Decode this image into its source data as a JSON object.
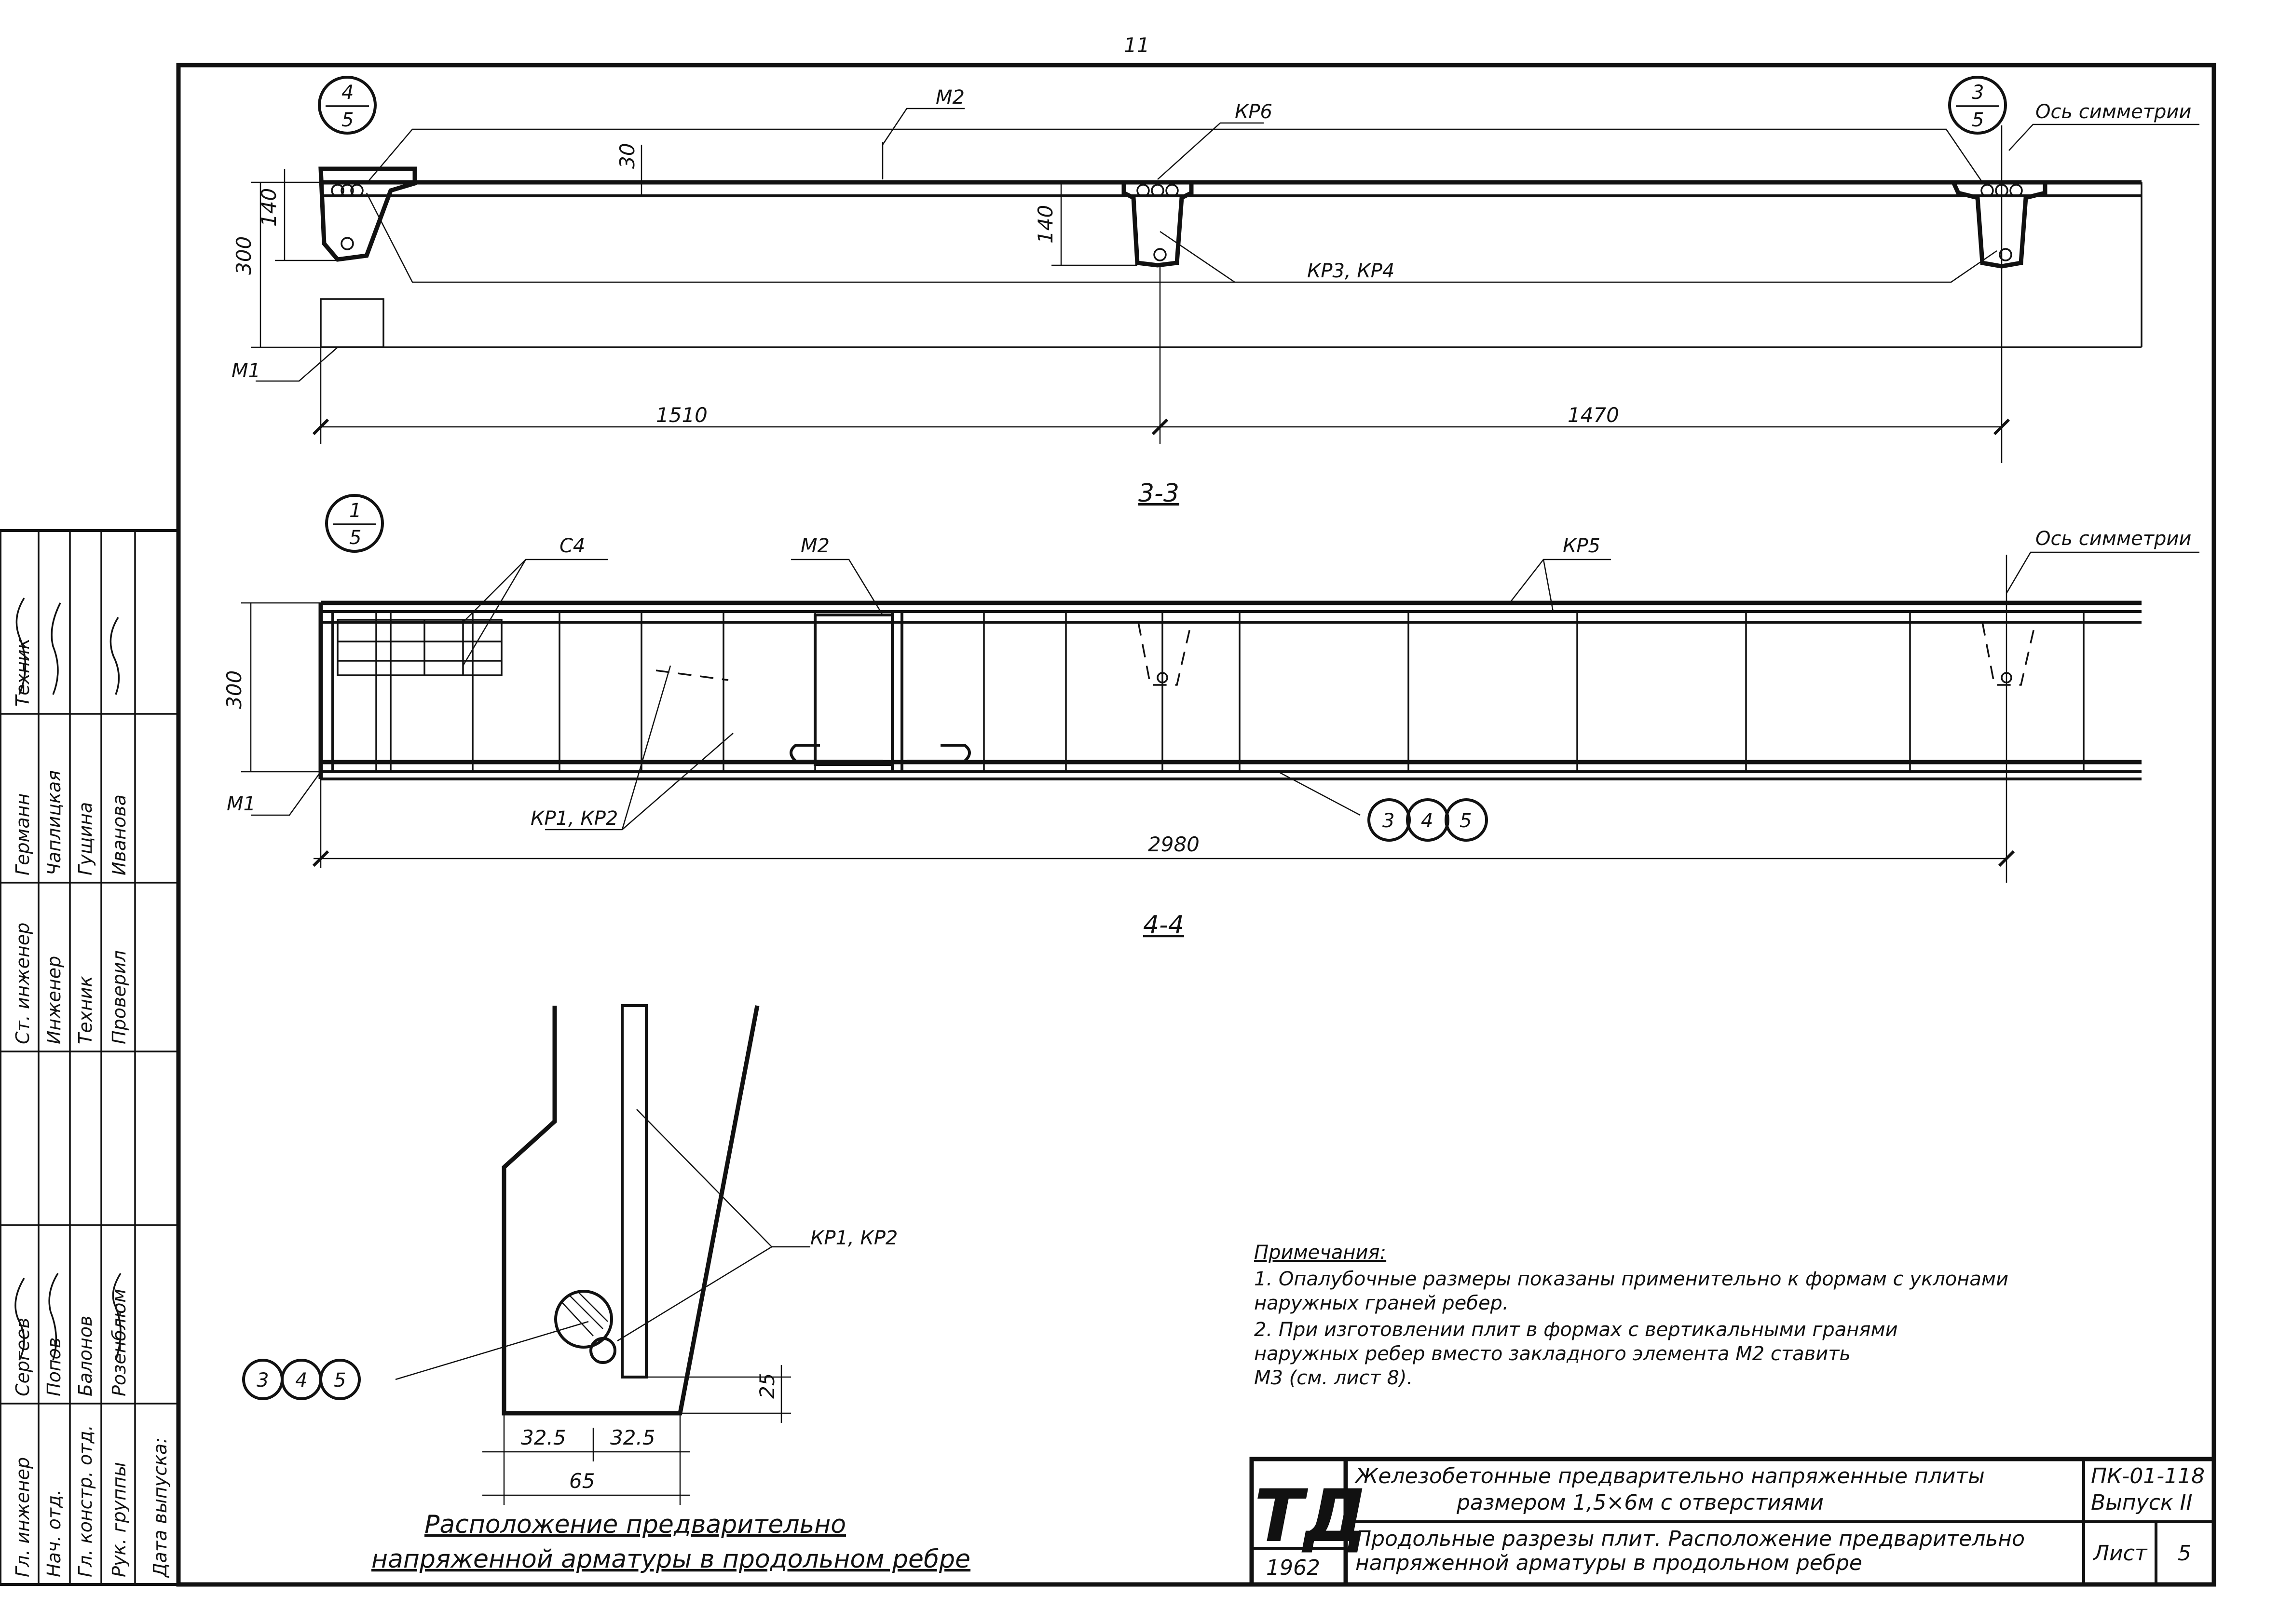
{
  "page_number": "11",
  "sections": {
    "s33": {
      "title": "3-3",
      "callout_left": {
        "num": "4",
        "den": "5"
      },
      "callout_right": {
        "num": "3",
        "den": "5"
      },
      "labels": [
        "М2",
        "КР6",
        "КР3, КР4",
        "М1"
      ],
      "axis_label": "Ось симметрии",
      "dims": {
        "flange": "30",
        "rib": "140",
        "rib_mid": "140",
        "height": "300",
        "left_span": "1510",
        "right_span": "1470"
      }
    },
    "s44": {
      "title": "4-4",
      "callout": {
        "num": "1",
        "den": "5"
      },
      "labels": [
        "С4",
        "М2",
        "КР5",
        "М1",
        "КР1, КР2"
      ],
      "axis_label": "Ось симметрии",
      "circles": [
        "3",
        "4",
        "5"
      ],
      "dims": {
        "height": "300",
        "length": "2980"
      }
    }
  },
  "detail": {
    "label": "КР1, КР2",
    "circles": [
      "3",
      "4",
      "5"
    ],
    "dims": {
      "cover": "25",
      "half_left": "32.5",
      "half_right": "32.5",
      "width": "65"
    },
    "caption_line1": "Расположение предварительно",
    "caption_line2": "напряженной арматуры в продольном ребре"
  },
  "notes": {
    "heading": "Примечания:",
    "lines": [
      "1. Опалубочные размеры показаны применительно к формам с уклонами",
      "наружных граней ребер.",
      "2. При изготовлении плит в формах с вертикальными гранями",
      "наружных ребер вместо закладного элемента М2 ставить",
      "М3 (см. лист 8)."
    ]
  },
  "title_block": {
    "logo": "ТД",
    "year": "1962",
    "title_line1": "Железобетонные предварительно напряженные плиты",
    "title_line2": "размером 1,5×6м с отверстиями",
    "subtitle_line1": "Продольные разрезы плит. Расположение предварительно",
    "subtitle_line2": "напряженной арматуры в продольном ребре",
    "code": "ПК-01-118",
    "issue": "Выпуск II",
    "sheet_label": "Лист",
    "sheet_number": "5"
  },
  "side_stamp": {
    "roles": [
      "Гл. инженер",
      "Нач. отд.",
      "Гл. констр. отд.",
      "Рук. группы",
      "Дата выпуска:"
    ],
    "names": [
      "Сергеев",
      "Попов",
      "Балонов",
      "Розенблюм"
    ],
    "roles2": [
      "Ст. инженер",
      "Инженер",
      "Техник",
      "Проверил"
    ],
    "names2": [
      "Германн",
      "Чаплицкая",
      "Гущина",
      "Иванова"
    ],
    "roles3": [
      "Техник"
    ]
  }
}
